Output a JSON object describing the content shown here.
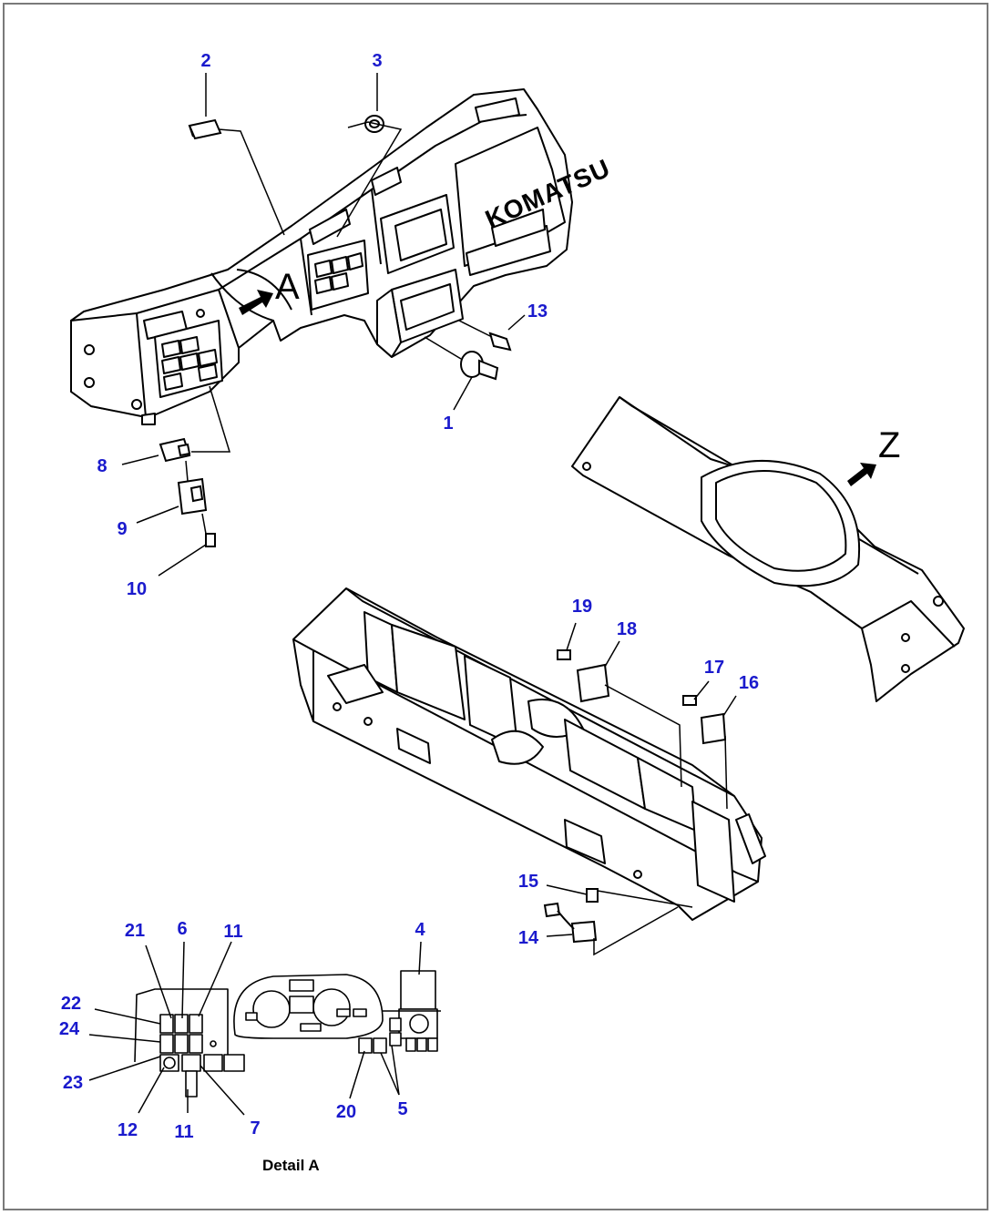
{
  "colors": {
    "callout": "#1a1acd",
    "line": "#000000",
    "frame": "#7a7a7a"
  },
  "labels": {
    "detail_caption": "Detail A",
    "view_a": "A",
    "view_z": "Z",
    "brand": "KOMATSU"
  },
  "callouts": [
    {
      "id": "c2",
      "text": "2"
    },
    {
      "id": "c3",
      "text": "3"
    },
    {
      "id": "c13",
      "text": "13"
    },
    {
      "id": "c1",
      "text": "1"
    },
    {
      "id": "c8",
      "text": "8"
    },
    {
      "id": "c9",
      "text": "9"
    },
    {
      "id": "c10",
      "text": "10"
    },
    {
      "id": "c19",
      "text": "19"
    },
    {
      "id": "c18",
      "text": "18"
    },
    {
      "id": "c17",
      "text": "17"
    },
    {
      "id": "c16",
      "text": "16"
    },
    {
      "id": "c15",
      "text": "15"
    },
    {
      "id": "c14",
      "text": "14"
    },
    {
      "id": "c21",
      "text": "21"
    },
    {
      "id": "c6",
      "text": "6"
    },
    {
      "id": "c11a",
      "text": "11"
    },
    {
      "id": "c4",
      "text": "4"
    },
    {
      "id": "c22",
      "text": "22"
    },
    {
      "id": "c24",
      "text": "24"
    },
    {
      "id": "c23",
      "text": "23"
    },
    {
      "id": "c12",
      "text": "12"
    },
    {
      "id": "c11b",
      "text": "11"
    },
    {
      "id": "c7",
      "text": "7"
    },
    {
      "id": "c20",
      "text": "20"
    },
    {
      "id": "c5",
      "text": "5"
    }
  ]
}
